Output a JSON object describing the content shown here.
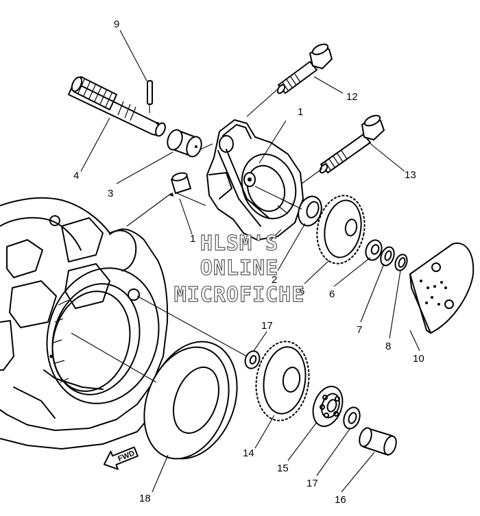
{
  "parts": {
    "p1a": "1",
    "p1b": "1",
    "p2": "2",
    "p3": "3",
    "p4": "4",
    "p5": "5",
    "p6": "6",
    "p7": "7",
    "p8": "8",
    "p9": "9",
    "p10": "10",
    "p12": "12",
    "p13": "13",
    "p14": "14",
    "p15": "15",
    "p16": "16",
    "p17a": "17",
    "p17b": "17",
    "p18": "18"
  },
  "direction_label": "FWD",
  "watermark": {
    "line1": "HLSM'S",
    "line2": "ONLINE",
    "line3": "MICROFICHE"
  }
}
